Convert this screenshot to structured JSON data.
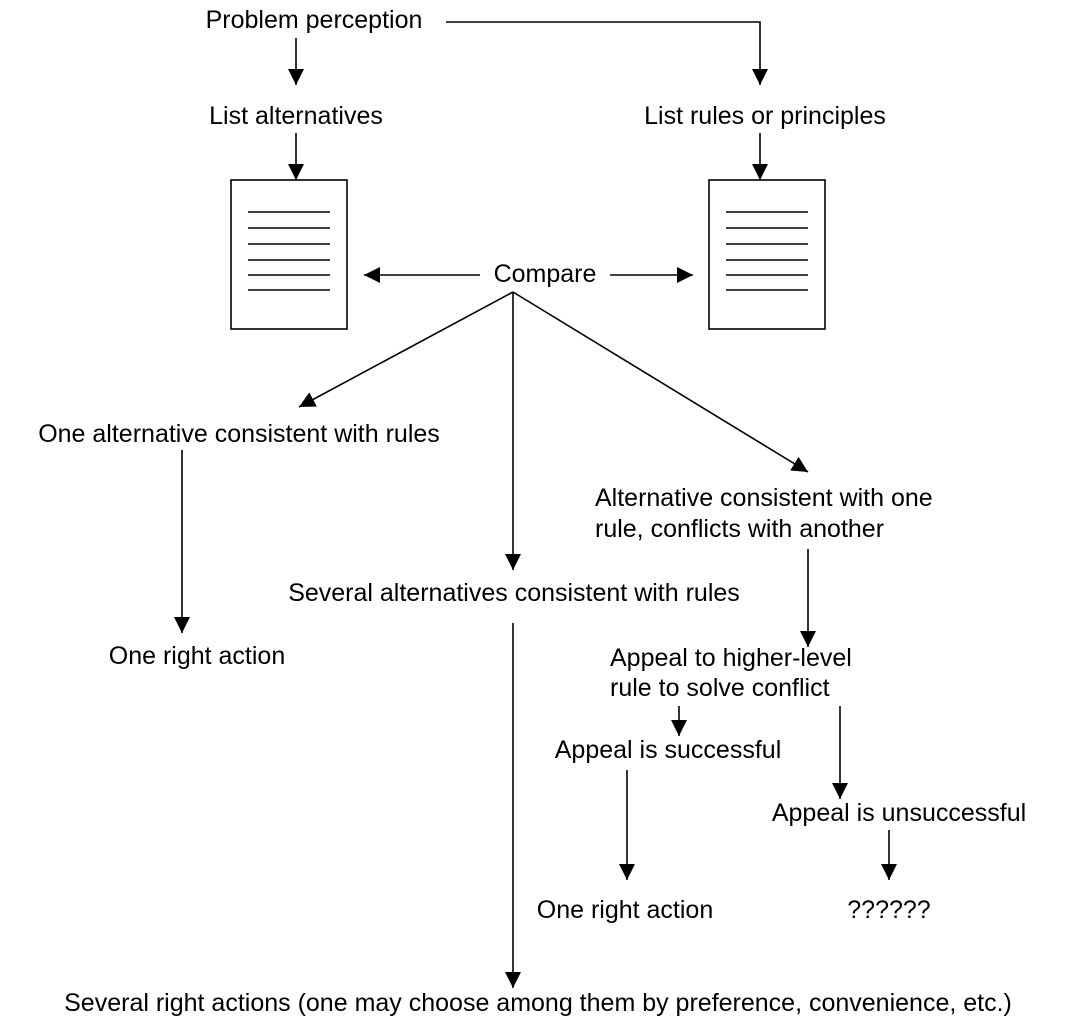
{
  "diagram": {
    "nodes": {
      "problem_perception": "Problem perception",
      "list_alternatives": "List alternatives",
      "list_rules": "List rules or principles",
      "compare": "Compare",
      "one_alternative": "One alternative consistent with rules",
      "alt_conflict_line1": "Alternative consistent with one",
      "alt_conflict_line2": "rule, conflicts with another",
      "several_alternatives": "Several alternatives consistent with rules",
      "one_right_action_left": "One right action",
      "appeal_higher_line1": "Appeal to higher-level",
      "appeal_higher_line2": "rule to solve conflict",
      "appeal_successful": "Appeal is successful",
      "appeal_unsuccessful": "Appeal is unsuccessful",
      "one_right_action_right": "One right action",
      "unknown": "??????",
      "several_right_actions": "Several right actions (one may choose among them by preference, convenience, etc.)"
    },
    "icons": [
      "document-icon",
      "document-icon"
    ],
    "colors": {
      "ink": "#000000",
      "background": "#ffffff"
    }
  }
}
